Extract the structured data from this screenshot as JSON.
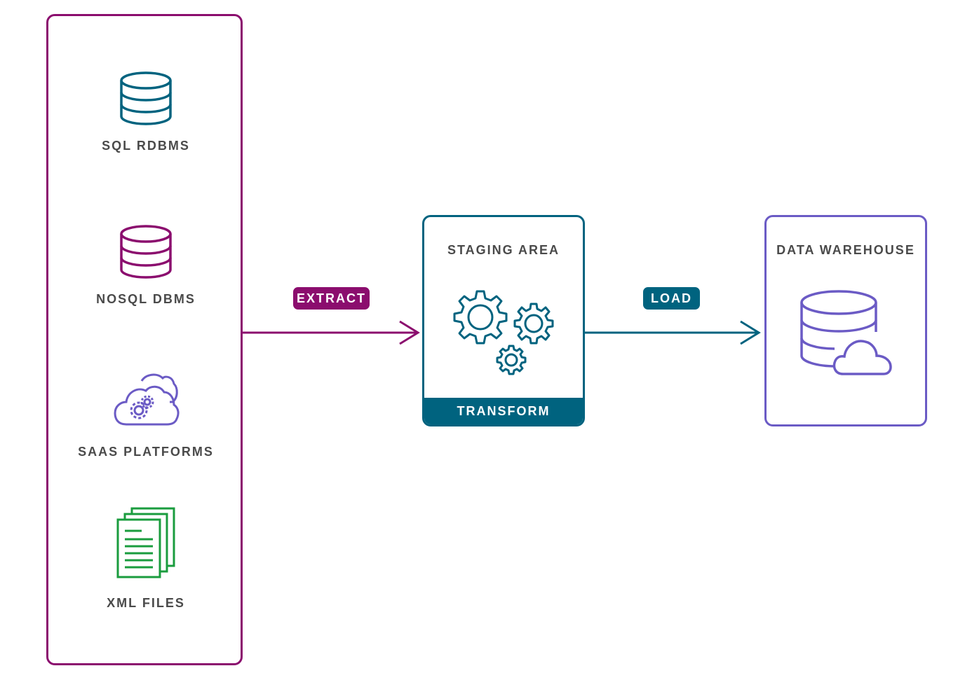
{
  "sources": {
    "items": [
      {
        "label": "SQL RDBMS",
        "icon": "database-icon",
        "color": "#00637f"
      },
      {
        "label": "NOSQL DBMS",
        "icon": "database-icon",
        "color": "#8b0d6e"
      },
      {
        "label": "SAAS PLATFORMS",
        "icon": "cloud-gears-icon",
        "color": "#6b5bc5"
      },
      {
        "label": "XML FILES",
        "icon": "documents-icon",
        "color": "#1a9c3e"
      }
    ],
    "border_color": "#8b0d6e"
  },
  "extract": {
    "label": "EXTRACT",
    "color": "#8b0d6e"
  },
  "staging": {
    "title": "STAGING AREA",
    "transform_label": "TRANSFORM",
    "icon": "gears-icon",
    "color": "#00637f"
  },
  "load": {
    "label": "LOAD",
    "color": "#00637f"
  },
  "warehouse": {
    "title": "DATA WAREHOUSE",
    "icon": "database-cloud-icon",
    "color": "#6b5bc5"
  }
}
